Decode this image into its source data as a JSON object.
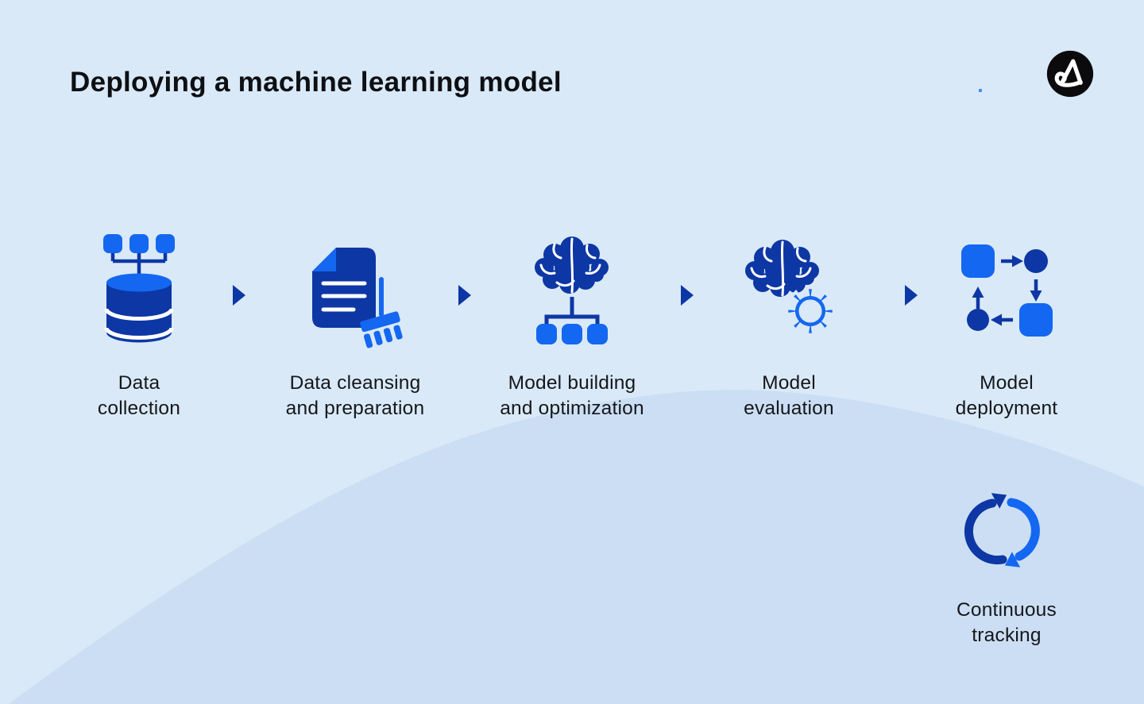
{
  "title": "Deploying a machine learning model",
  "logo": {
    "name": "astera-logo"
  },
  "colors": {
    "bg": "#d9e9f8",
    "wave": "#cbdef4",
    "bright_blue": "#1467f0",
    "dark_blue": "#0d37a4",
    "text": "#15171a",
    "title_color": "#0d0f12",
    "logo_bg": "#0b0b0d"
  },
  "stages": [
    {
      "icon": "database-icon",
      "label_line1": "Data",
      "label_line2": "collection"
    },
    {
      "icon": "document-cleaning-icon",
      "label_line1": "Data cleansing",
      "label_line2": "and preparation"
    },
    {
      "icon": "brain-network-icon",
      "label_line1": "Model building",
      "label_line2": "and optimization"
    },
    {
      "icon": "brain-gear-icon",
      "label_line1": "Model",
      "label_line2": "evaluation"
    },
    {
      "icon": "deployment-cycle-icon",
      "label_line1": "Model",
      "label_line2": "deployment"
    }
  ],
  "tracking": {
    "icon": "sync-arrows-icon",
    "label_line1": "Continuous",
    "label_line2": "tracking"
  }
}
